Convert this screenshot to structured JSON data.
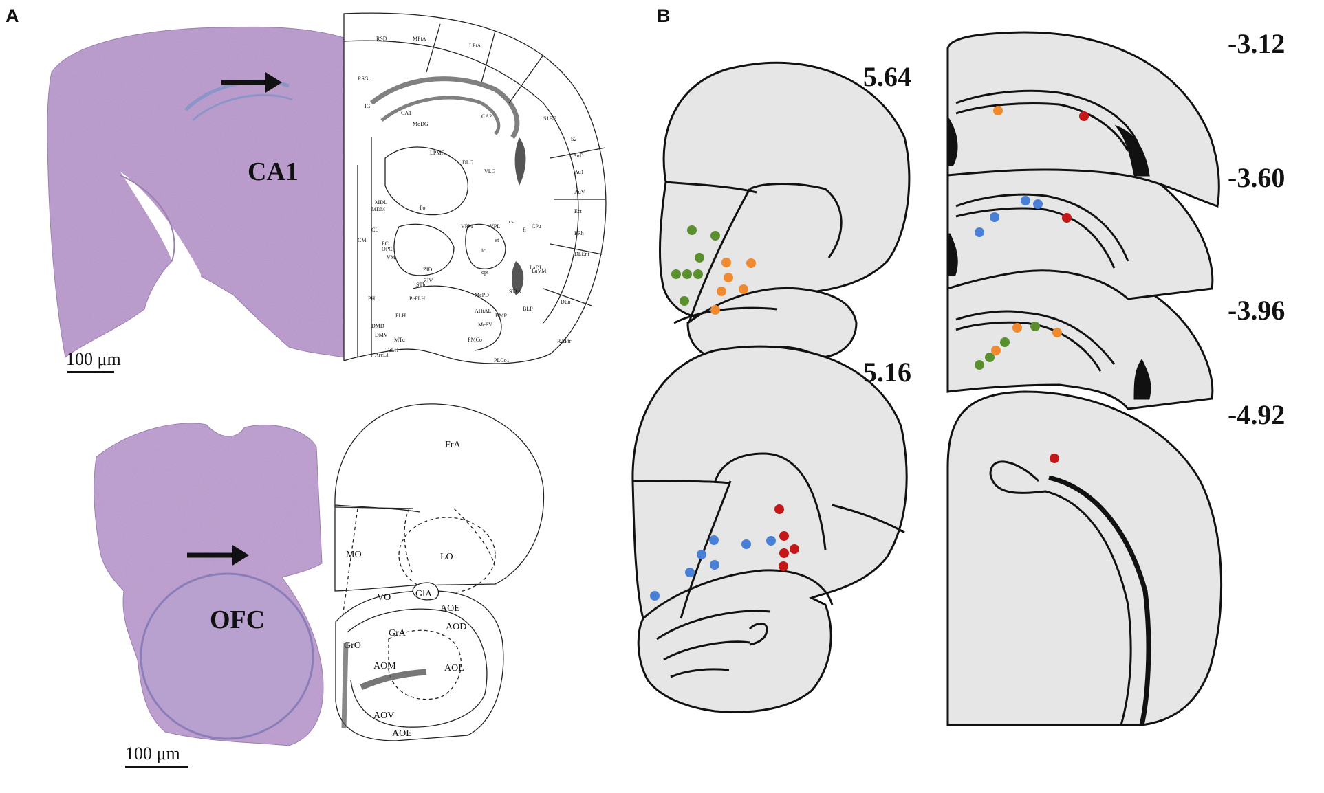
{
  "panels": {
    "a": {
      "letter": "A",
      "top_region": "CA1",
      "bottom_region": "OFC",
      "scale_top": "100 μm",
      "scale_bottom": "100 μm",
      "top_atlas_labels": [
        "RSD",
        "MPtA",
        "LPtA",
        "RSGc",
        "S1BF",
        "S2",
        "AuD",
        "Au1",
        "AuV",
        "Ect",
        "PRh",
        "DLEnt",
        "IG",
        "CA1",
        "MoDG",
        "CA2",
        "LPMR",
        "DLG",
        "VLG",
        "Po",
        "VPM",
        "VPL",
        "MDM",
        "MDL",
        "CPu",
        "LaDL",
        "LaVM",
        "BLP",
        "BMP",
        "AHiAL",
        "MePD",
        "MePV",
        "PMCo",
        "STh",
        "ZID",
        "ZIV",
        "PH",
        "PeFLH",
        "PLH",
        "DMD",
        "DMV",
        "MTu",
        "TuLH",
        "ArcLP",
        "VM",
        "CM",
        "PC",
        "OPC",
        "CL",
        "STIA",
        "DEn",
        "PLCo1",
        "RAPir",
        "opt",
        "st",
        "cst",
        "fi",
        "ic"
      ],
      "bottom_atlas_labels": [
        "FrA",
        "MO",
        "LO",
        "VO",
        "GlA",
        "AOE",
        "AOD",
        "GrA",
        "GrO",
        "AOL",
        "AOM",
        "AOV",
        "AOE"
      ]
    },
    "b": {
      "letter": "B",
      "levels_left": [
        "5.64",
        "5.16"
      ],
      "levels_right": [
        "-3.12",
        "-3.60",
        "-3.96",
        "-4.92"
      ]
    }
  },
  "colors": {
    "green": "#5a8f2e",
    "orange": "#f08a30",
    "blue": "#4a7fd6",
    "red": "#c41818",
    "section_fill": "#e6e6e6",
    "tissue": "#b89ac8"
  }
}
